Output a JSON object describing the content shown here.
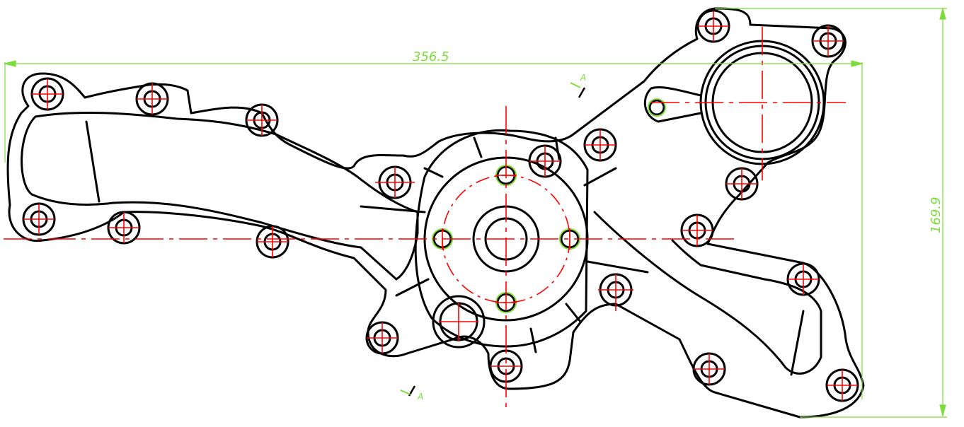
{
  "drawing": {
    "dimension_width": "356.5",
    "dimension_height": "169.9",
    "section_label_top": "A",
    "section_label_bottom": "A"
  },
  "colors": {
    "outline": "#000000",
    "centerline": "#ff0000",
    "dimension": "#7ddc3a",
    "background": "#ffffff"
  }
}
